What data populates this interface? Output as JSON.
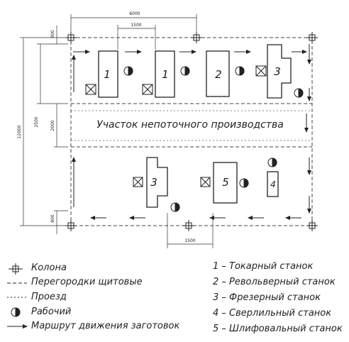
{
  "plan": {
    "section_label": "Участок непоточного производства",
    "dimensions": {
      "col_spacing": "6000",
      "half_spacing": "1500",
      "total_height": "12000",
      "section_height": "2500",
      "aisle_width": "2000",
      "partition_top": "800",
      "partition_bottom": "800",
      "bottom_spacing": "1500"
    },
    "machines_top": [
      {
        "number": "1"
      },
      {
        "number": "1"
      },
      {
        "number": "2"
      },
      {
        "number": "3"
      }
    ],
    "machines_bottom": [
      {
        "number": "3"
      },
      {
        "number": "5"
      },
      {
        "number": "4"
      }
    ]
  },
  "legend_left": [
    {
      "symbol": "column-icon",
      "label": "Колона"
    },
    {
      "symbol": "partition-line",
      "label": "Перегородки щитовые"
    },
    {
      "symbol": "aisle-line",
      "label": "Проезд"
    },
    {
      "symbol": "worker-icon",
      "label": "Рабочий"
    },
    {
      "symbol": "route-arrow",
      "label": "Маршрут движения заготовок"
    }
  ],
  "legend_right": [
    {
      "label": "1 – Токарный станок"
    },
    {
      "label": "2 – Револьверный станок"
    },
    {
      "label": "3 – Фрезерный станок"
    },
    {
      "label": "4 – Сверлильный станок"
    },
    {
      "label": "5 – Шлифовальный станок"
    }
  ]
}
